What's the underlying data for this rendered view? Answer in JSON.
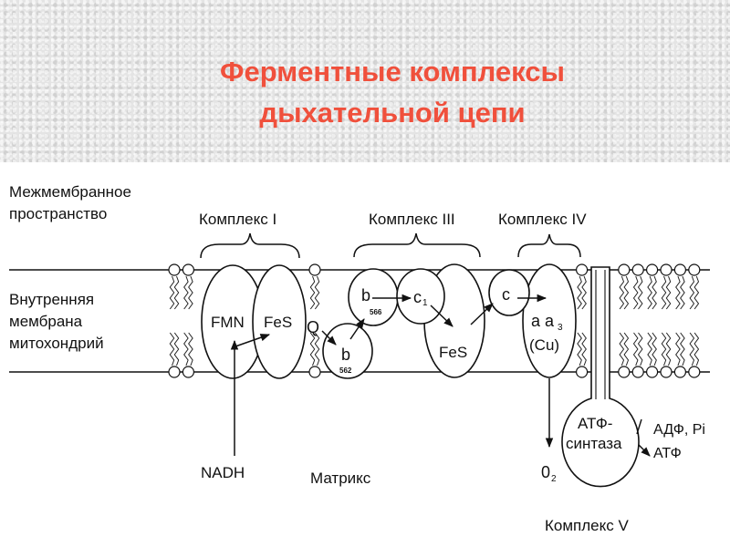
{
  "title": {
    "line1": "Ферментные комплексы",
    "line2": "дыхательной цепи"
  },
  "regions": {
    "intermembrane_line1": "Межмембранное",
    "intermembrane_line2": "пространство",
    "membrane_line1": "Внутренняя",
    "membrane_line2": "мембрана",
    "membrane_line3": "митохондрий",
    "matrix": "Матрикс"
  },
  "complexes": {
    "c1": "Комплекс I",
    "c3": "Комплекс III",
    "c4": "Комплекс IV",
    "c5": "Комплекс V"
  },
  "components": {
    "fmn": "FMN",
    "fes1": "FeS",
    "q": "Q",
    "b_top": "b",
    "b_top_sub": "566",
    "b_bottom": "b",
    "b_bottom_sub": "562",
    "c1": "c",
    "c1_sub": "1",
    "fes3": "FeS",
    "c": "c",
    "aa3_main": "a a",
    "aa3_sub": "3",
    "cu": "(Cu)",
    "atp_synthase_line1": "АТФ-",
    "atp_synthase_line2": "синтаза"
  },
  "substrates": {
    "nadh": "NADH",
    "o2_main": "0",
    "o2_sub": "2",
    "adp_pi": "АДФ, Pi",
    "atp": "АТФ"
  },
  "colors": {
    "title": "#f0503c",
    "ink": "#111111",
    "title_background": "#e4e4e4"
  }
}
